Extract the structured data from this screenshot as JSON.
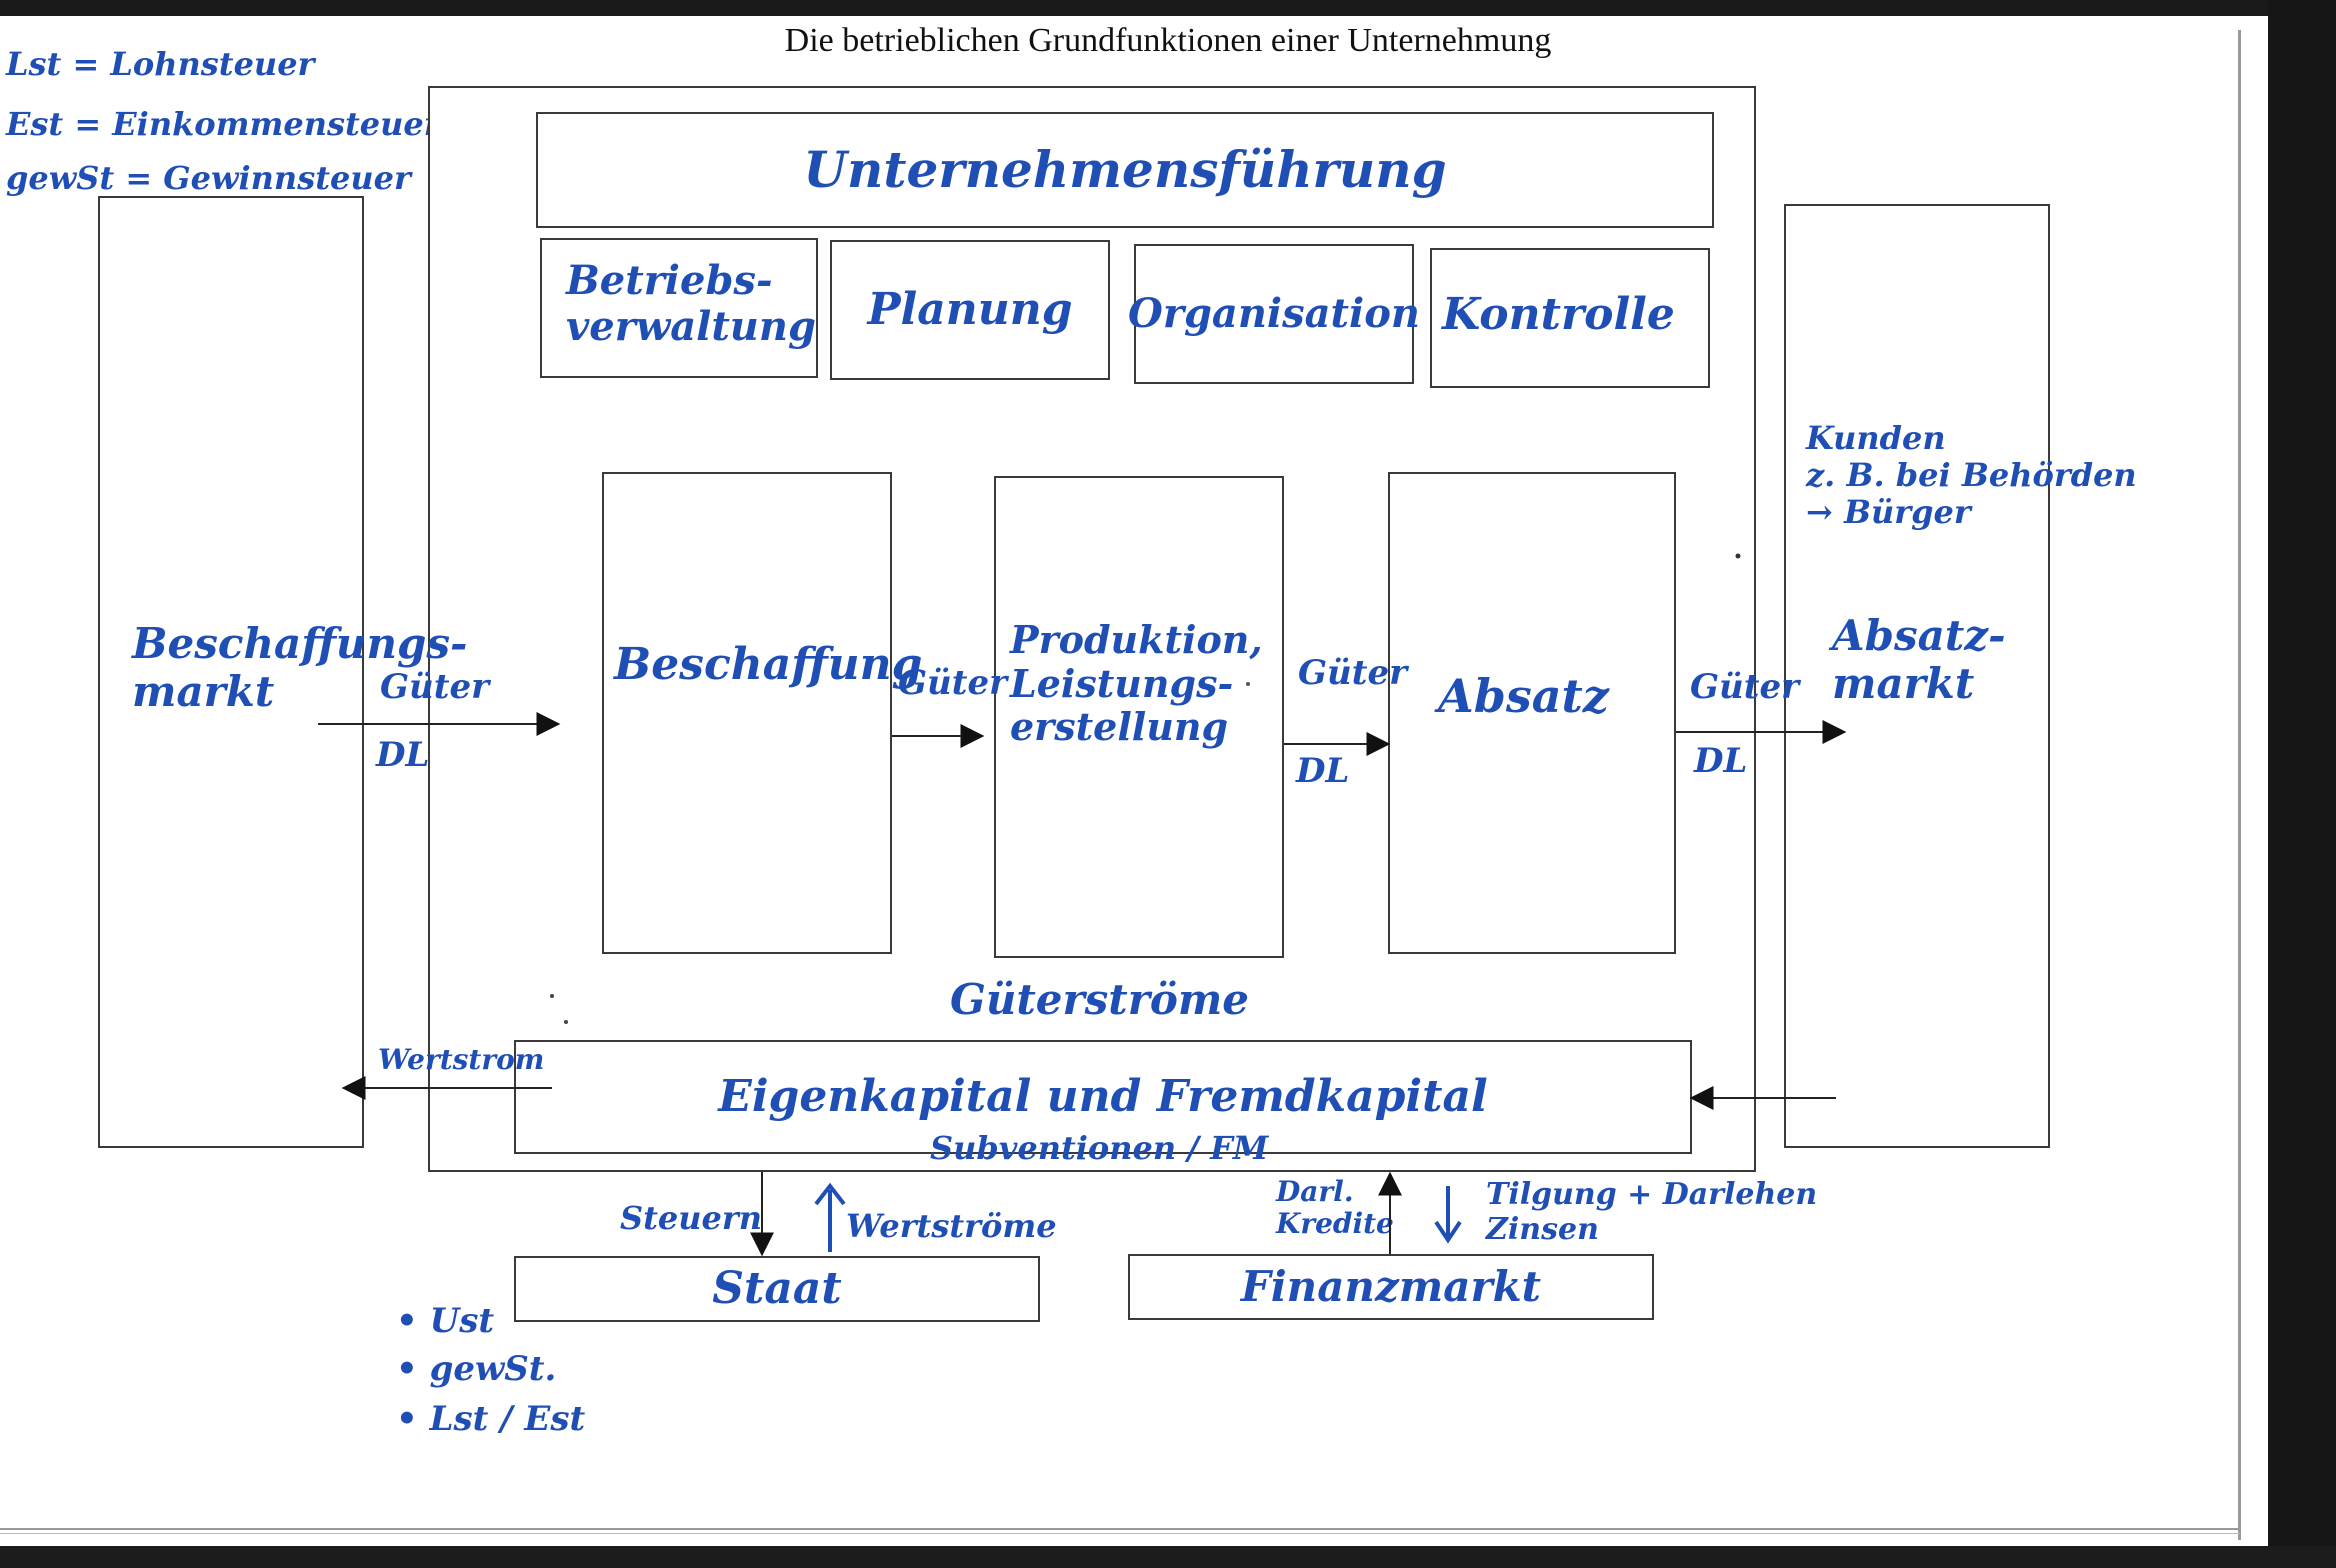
{
  "title": "Die betrieblichen Grundfunktionen einer Unternehmung",
  "abbreviations": [
    "Lst = Lohnsteuer",
    "Est = Einkommensteuer",
    "gewSt = Gewinnsteuer"
  ],
  "boxes": {
    "beschaffungsmarkt": "Beschaffungs-\nmarkt",
    "unternehmensfuehrung": "Unternehmensführung",
    "betriebsverwaltung": "Betriebs-\nverwaltung",
    "planung": "Planung",
    "organisation": "Organisation",
    "kontrolle": "Kontrolle",
    "beschaffung": "Beschaffung",
    "produktion": "Produktion,\nLeistungs-\nerstellung",
    "absatz": "Absatz",
    "absatzmarkt": "Absatz-\nmarkt",
    "kapital": "Eigenkapital und Fremdkapital",
    "staat": "Staat",
    "finanzmarkt": "Finanzmarkt"
  },
  "labels": {
    "gueter": "Güter",
    "dl": "DL",
    "kunden": "Kunden\nz. B. bei Behörden\n→ Bürger",
    "gueterstroeme": "Güterströme",
    "wertstrom": "Wertstrom",
    "subventionen": "Subventionen / FM",
    "steuern": "Steuern",
    "wertstroeme": "Wertströme",
    "darlehen_kredite": "Darl.\nKredite",
    "tilgung": "Tilgung + Darlehen\nZinsen"
  },
  "taxes": [
    "• Ust",
    "• gewSt.",
    "• Lst / Est"
  ],
  "colors": {
    "ink": "#1f4fb5",
    "line": "#3a3a3a"
  }
}
